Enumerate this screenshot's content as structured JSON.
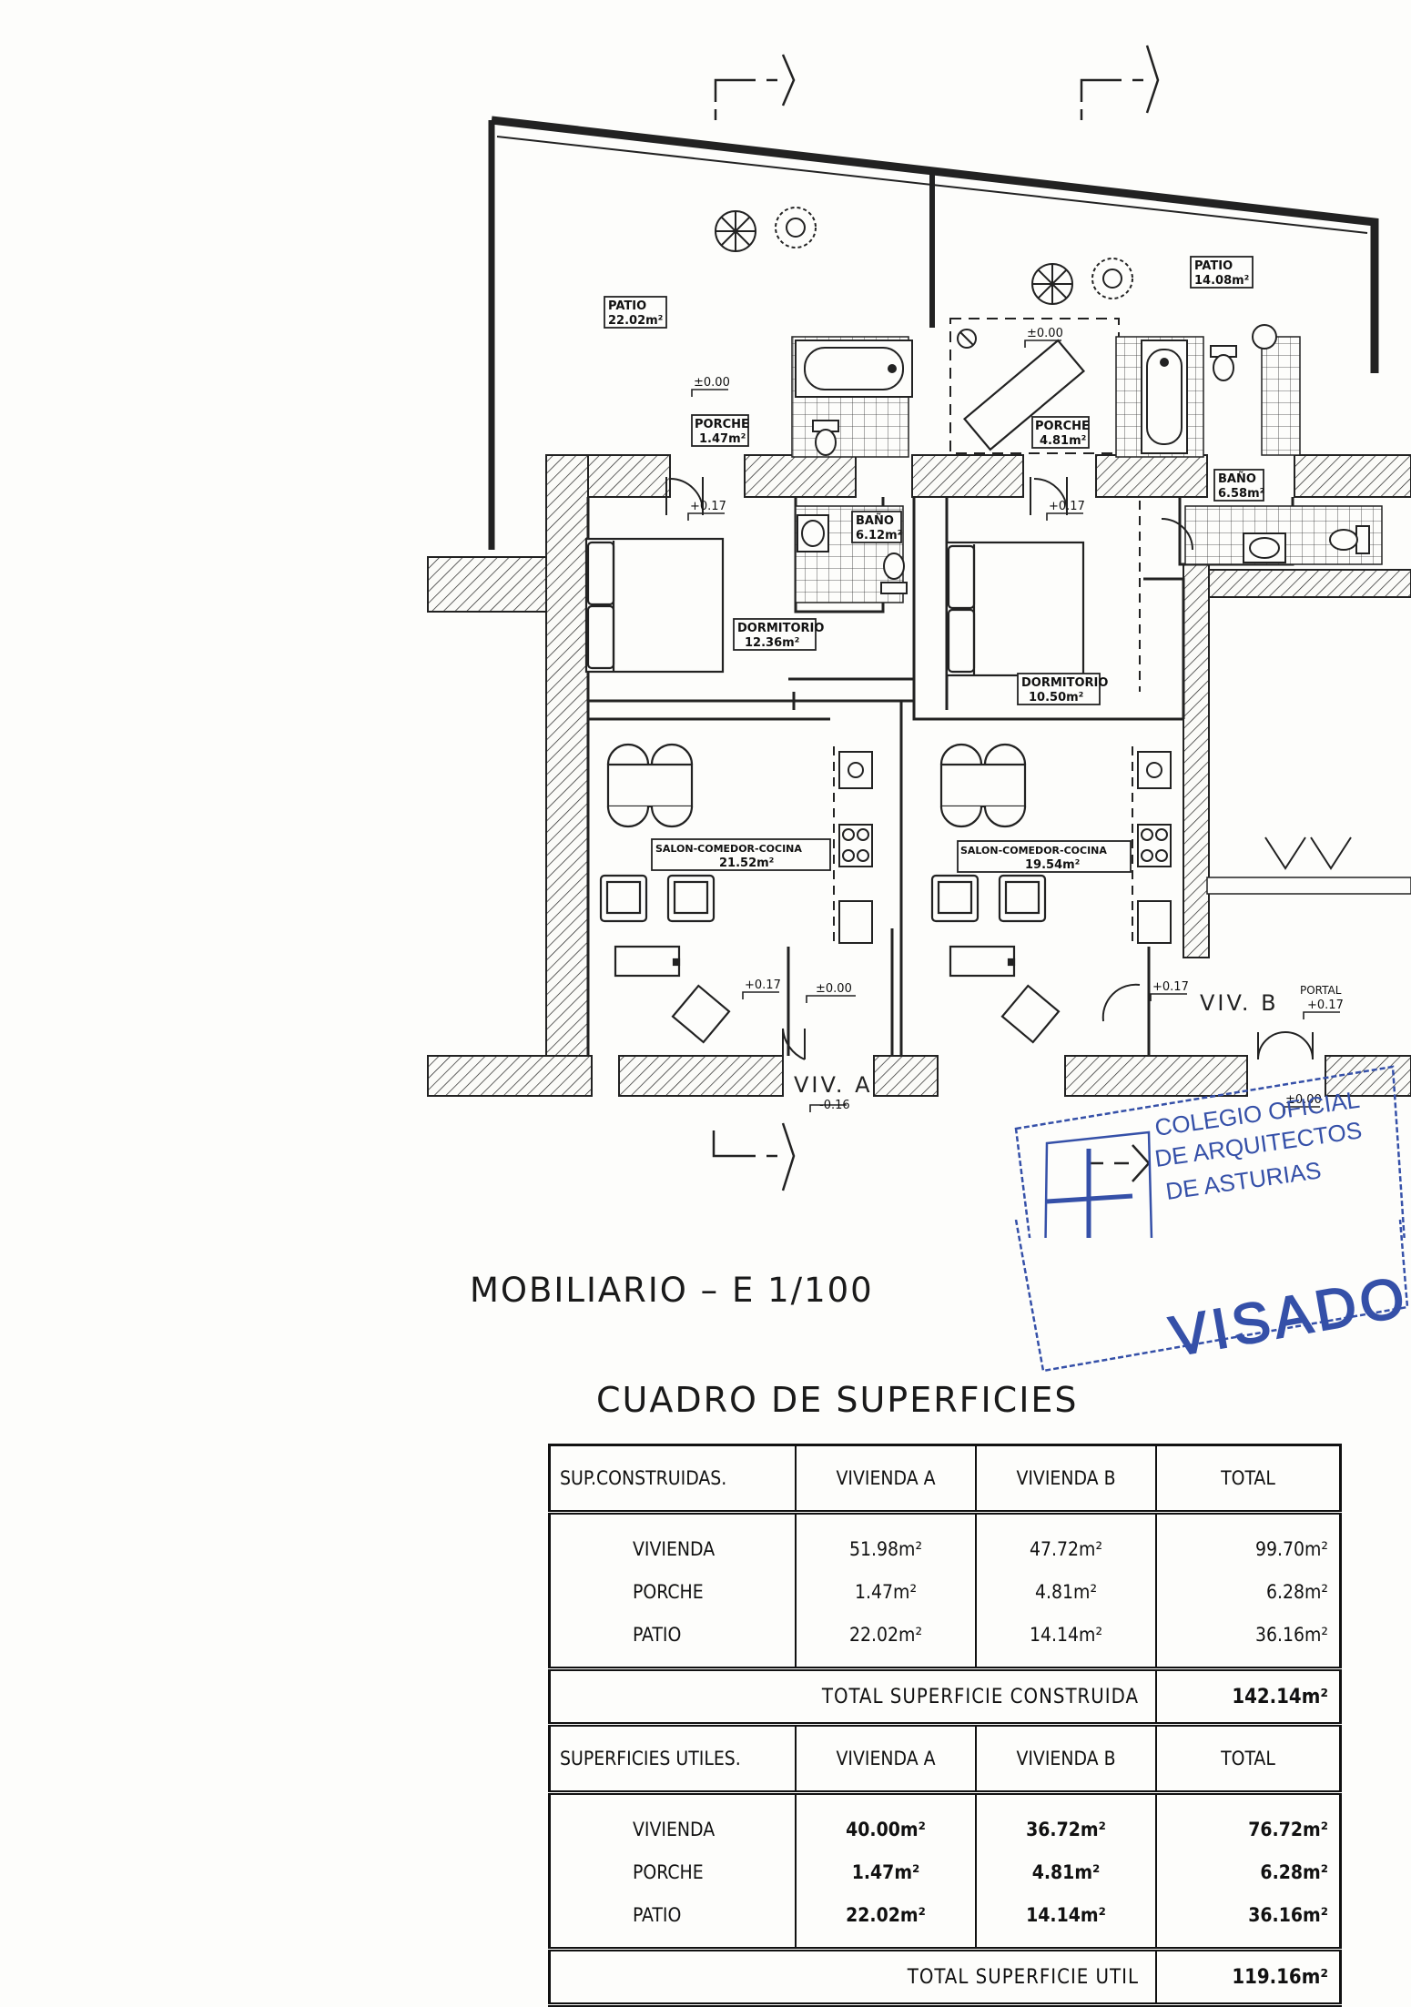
{
  "plan": {
    "rooms": {
      "patio_a": {
        "name": "PATIO",
        "area": "22.02m²"
      },
      "patio_b": {
        "name": "PATIO",
        "area": "14.08m²"
      },
      "porche_a": {
        "name": "PORCHE",
        "area": "1.47m²"
      },
      "porche_b": {
        "name": "PORCHE",
        "area": "4.81m²"
      },
      "bano_a": {
        "name": "BAÑO",
        "area": "6.12m²"
      },
      "bano_b": {
        "name": "BAÑO",
        "area": "6.58m²"
      },
      "dormitorio_a": {
        "name": "DORMITORIO",
        "area": "12.36m²"
      },
      "dormitorio_b": {
        "name": "DORMITORIO",
        "area": "10.50m²"
      },
      "salon_a": {
        "name": "SALON-COMEDOR-COCINA",
        "area": "21.52m²"
      },
      "salon_b": {
        "name": "SALON-COMEDOR-COCINA",
        "area": "19.54m²"
      }
    },
    "levels": {
      "l_patio_a": "±0.00",
      "l_patio_b": "±0.00",
      "l_porche_a": "+0.17",
      "l_porche_b": "+0.17",
      "l_salon_a": "+0.17",
      "l_entry_a": "±0.00",
      "l_ext_a": "-0.16",
      "l_viv_b": "+0.17",
      "l_portal": "+0.17",
      "l_ext_b": "±0.00"
    },
    "labels": {
      "viv_a": "VIV. A",
      "viv_b": "VIV. B",
      "portal": "PORTAL"
    }
  },
  "stamp": {
    "line1": "COLEGIO OFICIAL",
    "line2": "DE ARQUITECTOS",
    "line3": "DE ASTURIAS",
    "visado": "VISADO",
    "ink_color": "#3550a8"
  },
  "titles": {
    "mobiliario": "MOBILIARIO  –  E 1/100",
    "cuadro": "CUADRO  DE  SUPERFICIES"
  },
  "table": {
    "construidas": {
      "headers": [
        "SUP.CONSTRUIDAS.",
        "VIVIENDA  A",
        "VIVIENDA  B",
        "TOTAL"
      ],
      "rows": [
        {
          "name": "VIVIENDA",
          "a": "51.98m²",
          "b": "47.72m²",
          "total": "99.70m²"
        },
        {
          "name": "PORCHE",
          "a": "1.47m²",
          "b": "4.81m²",
          "total": "6.28m²"
        },
        {
          "name": "PATIO",
          "a": "22.02m²",
          "b": "14.14m²",
          "total": "36.16m²"
        }
      ],
      "total_label": "TOTAL  SUPERFICIE  CONSTRUIDA",
      "total_value": "142.14m²"
    },
    "utiles": {
      "headers": [
        "SUPERFICIES    UTILES.",
        "VIVIENDA  A",
        "VIVIENDA  B",
        "TOTAL"
      ],
      "rows": [
        {
          "name": "VIVIENDA",
          "a": "40.00m²",
          "b": "36.72m²",
          "total": "76.72m²"
        },
        {
          "name": "PORCHE",
          "a": "1.47m²",
          "b": "4.81m²",
          "total": "6.28m²"
        },
        {
          "name": "PATIO",
          "a": "22.02m²",
          "b": "14.14m²",
          "total": "36.16m²"
        }
      ],
      "total_label": "TOTAL  SUPERFICIE  UTIL",
      "total_value": "119.16m²"
    }
  }
}
